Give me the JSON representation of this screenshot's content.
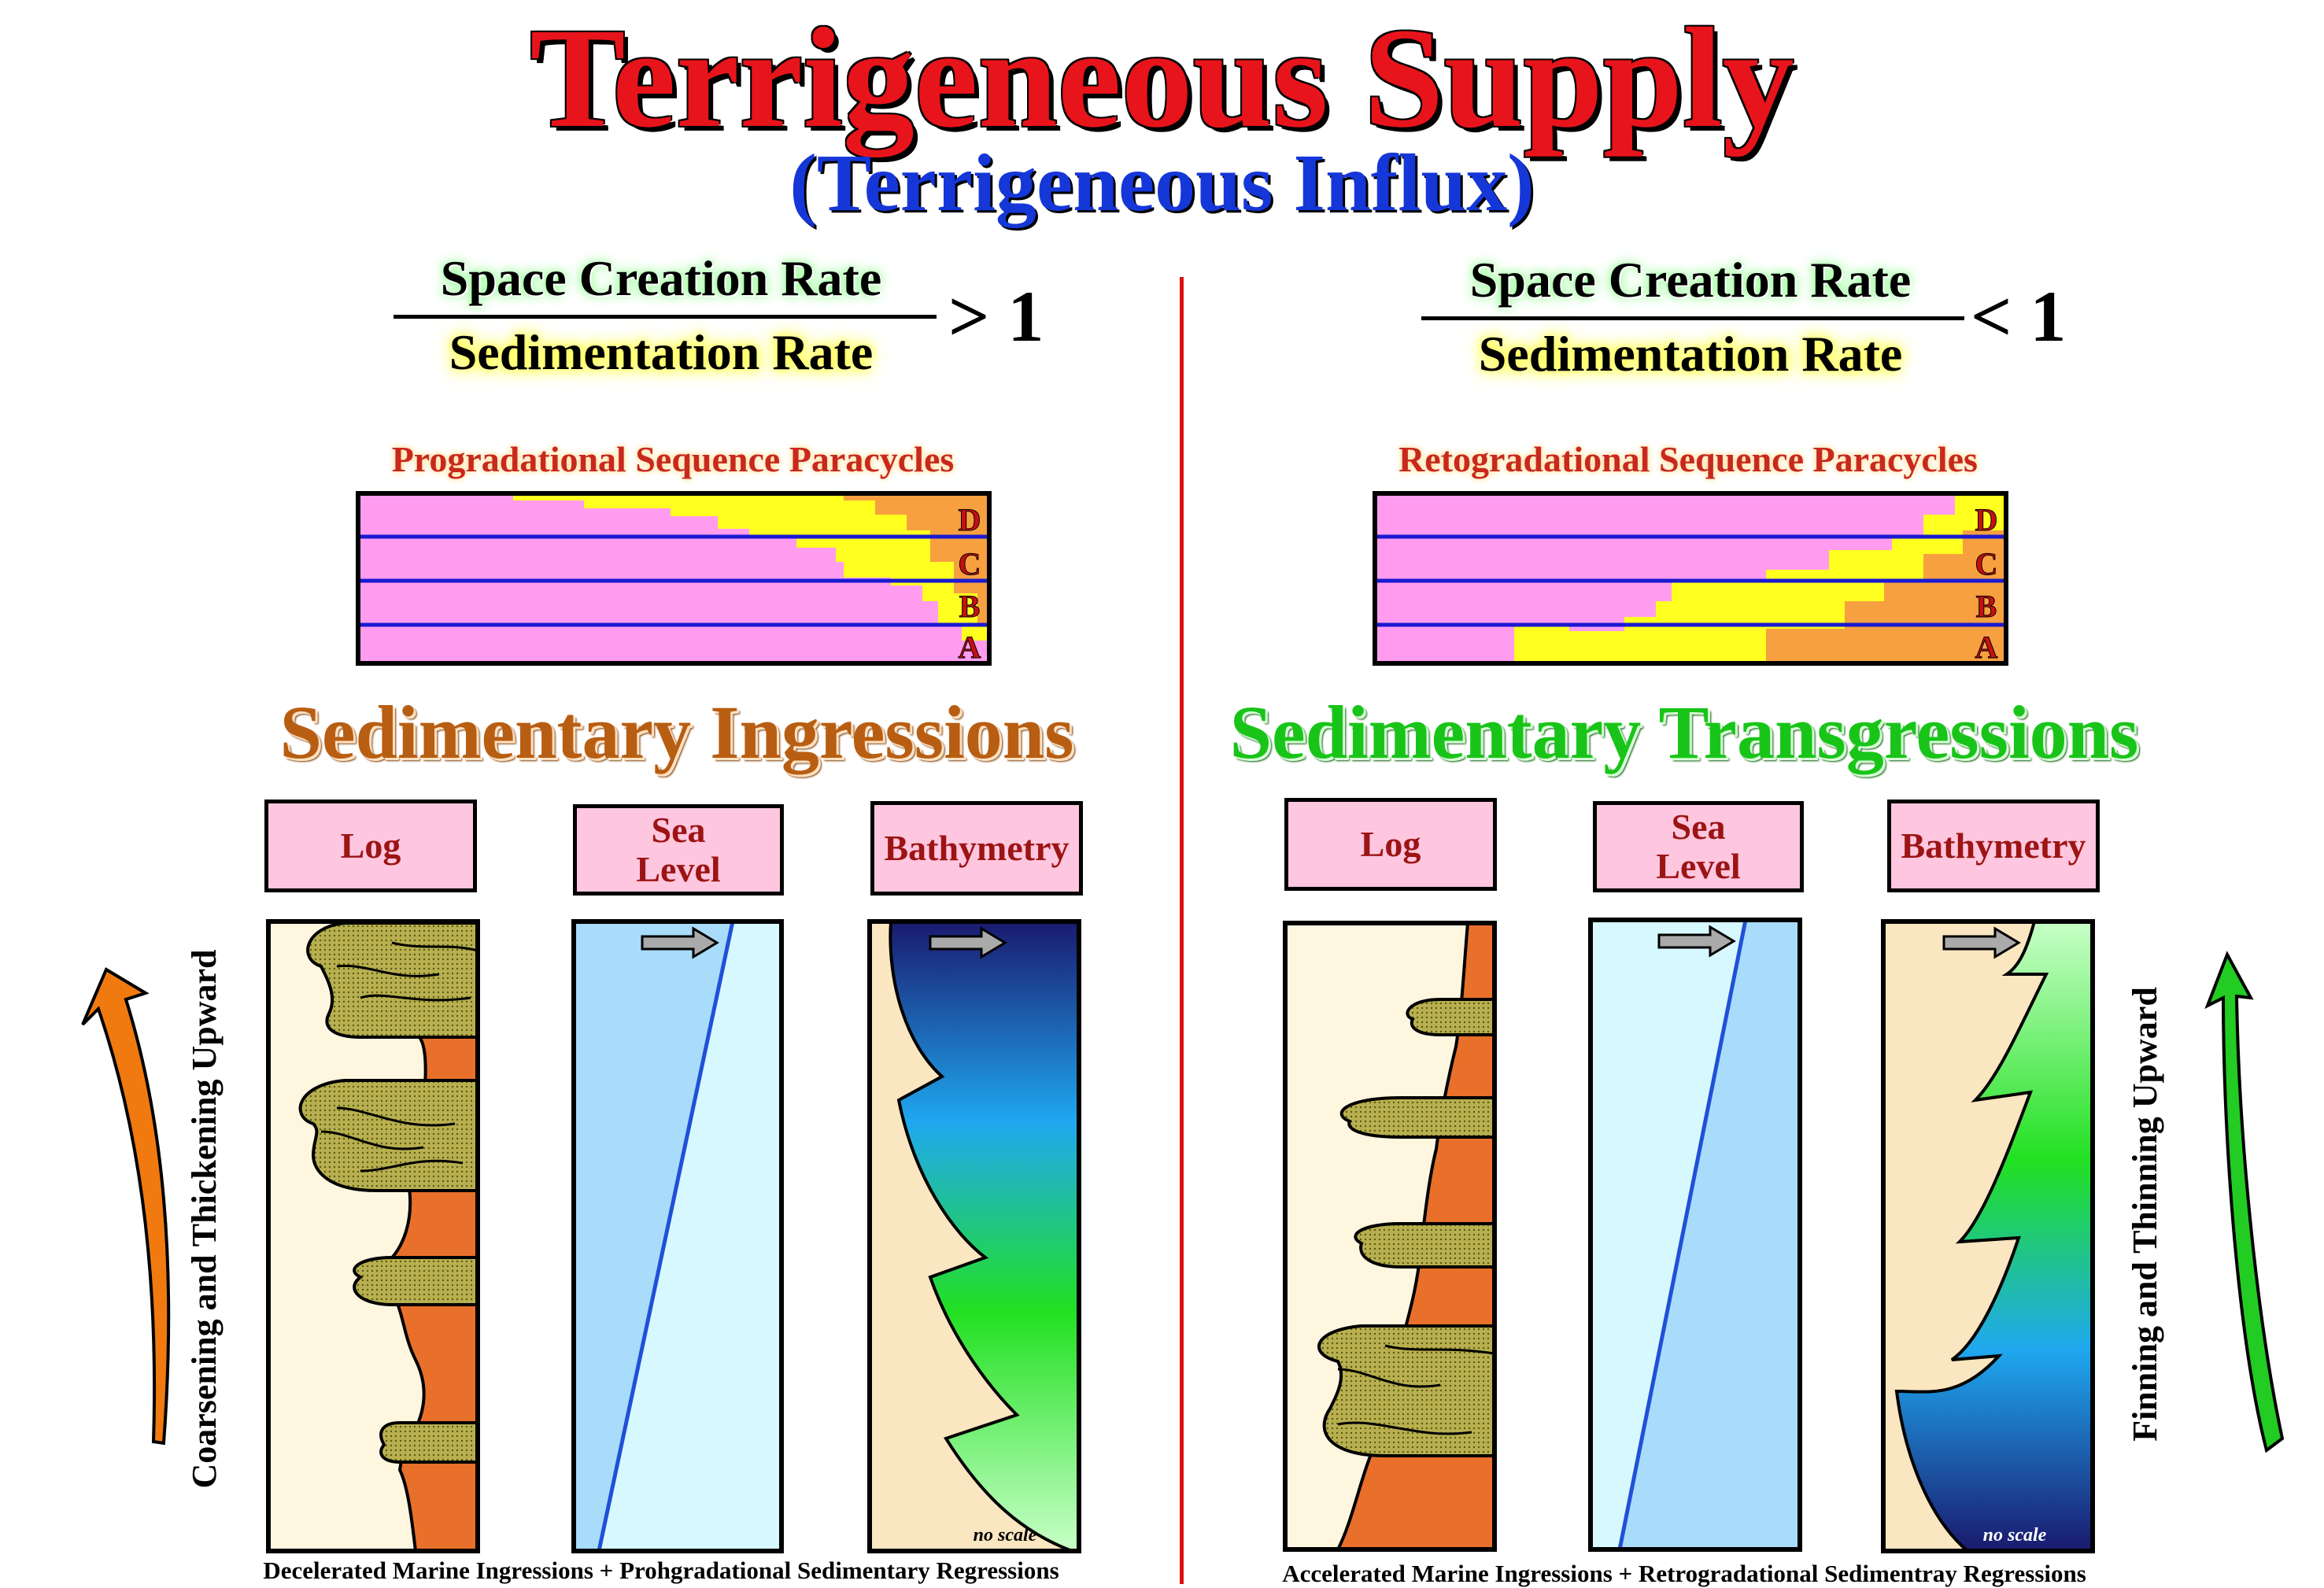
{
  "title": "Terrigeneous Supply",
  "subtitle": "(Terrigeneous Influx)",
  "left": {
    "ratio_numerator": "Space Creation Rate",
    "ratio_denominator": "Sedimentation Rate",
    "comparison": "> 1",
    "paracycle_title": "Progradational Sequence Paracycles",
    "paracycle_labels": [
      "D",
      "C",
      "B",
      "A"
    ],
    "section_title": "Sedimentary Ingressions",
    "headers": {
      "log": "Log",
      "sea_level_line1": "Sea",
      "sea_level_line2": "Level",
      "bathymetry": "Bathymetry"
    },
    "no_scale": "no scale",
    "caption": "Decelerated Marine Ingressions  + Prohgradational Sedimentary Regressions",
    "trend_label": "Coarsening and Thickening Upward",
    "colors": {
      "arrow": "#f07a10",
      "deep": "#1a1a6e",
      "mid": "#1fa8f0",
      "shallow": "#22e022"
    }
  },
  "right": {
    "ratio_numerator": "Space Creation Rate",
    "ratio_denominator": "Sedimentation Rate",
    "comparison": "< 1",
    "paracycle_title": "Retogradational Sequence Paracycles",
    "paracycle_labels": [
      "D",
      "C",
      "B",
      "A"
    ],
    "section_title": "Sedimentary Transgressions",
    "headers": {
      "log": "Log",
      "sea_level_line1": "Sea",
      "sea_level_line2": "Level",
      "bathymetry": "Bathymetry"
    },
    "no_scale": "no scale",
    "caption": "Accelerated Marine Ingressions + Retrogradational Sedimentray Regressions",
    "trend_label": "Finning and Thinning Upward",
    "colors": {
      "arrow": "#22cc22",
      "deep": "#1a1a6e",
      "mid": "#1fa8f0",
      "shallow": "#22e022"
    }
  },
  "colors": {
    "title": "#e8141c",
    "subtitle": "#1537d8",
    "divider": "#e01010",
    "paracycle_fill": "#ff9cf0",
    "paracycle_sand": "#ffff20",
    "paracycle_coarse": "#f7a040",
    "paracycle_line": "#1a1ad0",
    "header_box": "#ffc6df",
    "shale": "#e8702a",
    "sand": "#b8b050",
    "log_bg": "#fff6e0",
    "sea_dark": "#a8dcfa",
    "sea_light": "#d8f8ff"
  }
}
